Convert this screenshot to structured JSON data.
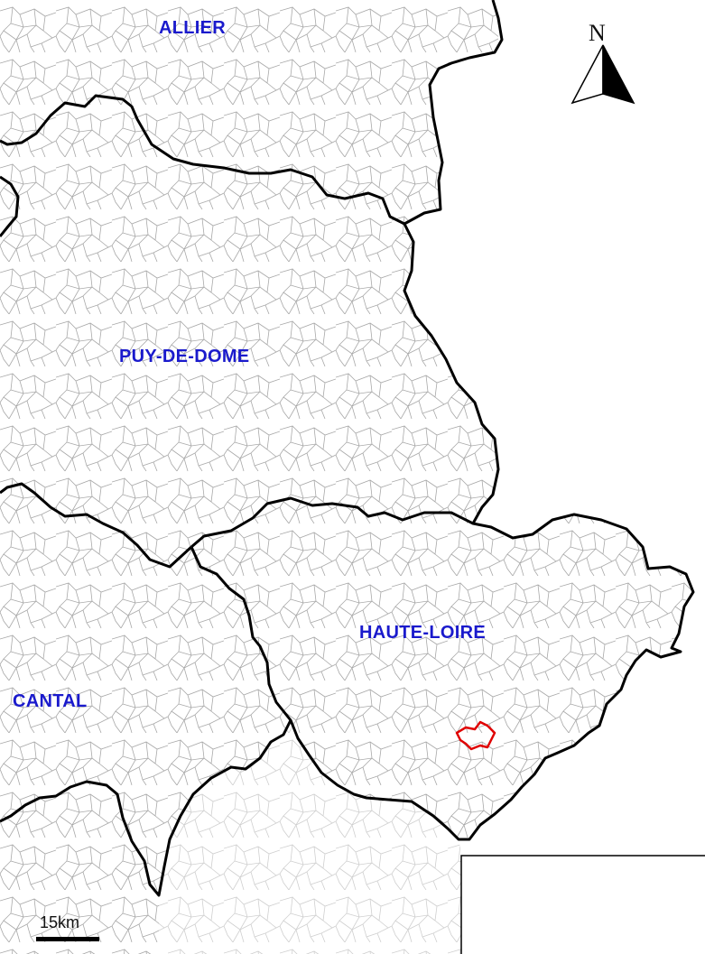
{
  "map": {
    "departments": [
      {
        "id": "allier",
        "name": "ALLIER"
      },
      {
        "id": "puy-de-dome",
        "name": "PUY-DE-DOME"
      },
      {
        "id": "haute-loire",
        "name": "HAUTE-LOIRE"
      },
      {
        "id": "cantal",
        "name": "CANTAL"
      }
    ],
    "north_arrow": {
      "letter": "N"
    },
    "scale_bar": {
      "label": "15km"
    },
    "colors": {
      "label": "#1a1acc",
      "department_border": "#000000",
      "commune_border": "#a8a8a8",
      "highlight": "#e00000",
      "background": "#ffffff"
    }
  }
}
